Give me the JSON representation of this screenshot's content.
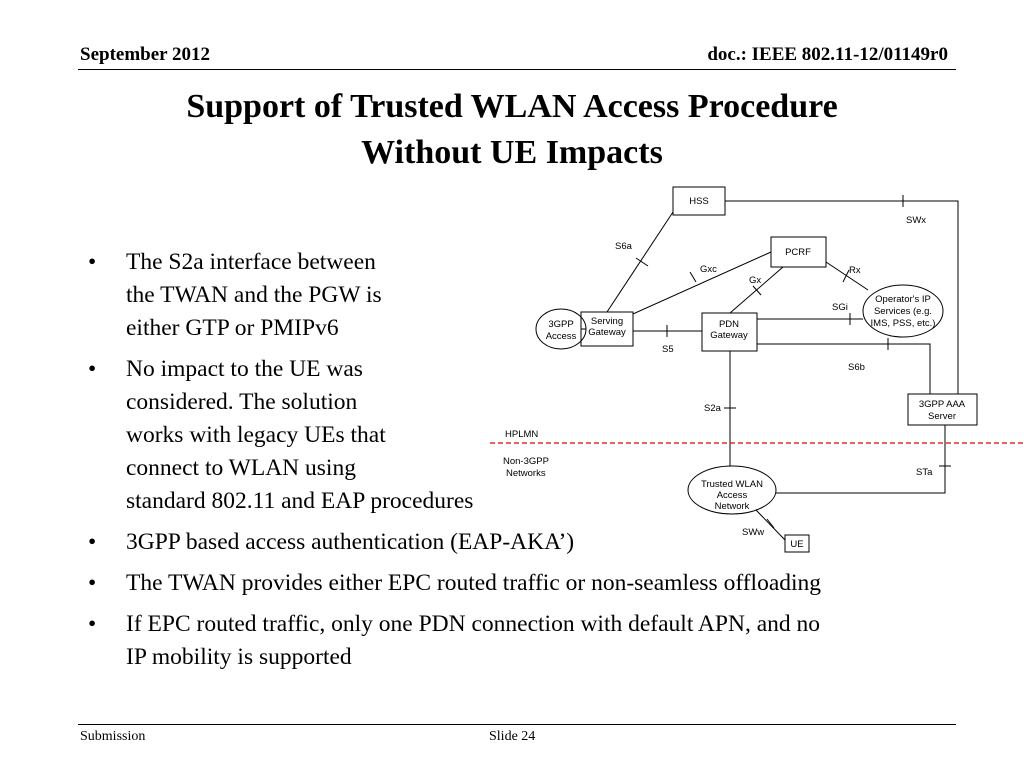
{
  "header": {
    "date": "September 2012",
    "doc_id": "doc.: IEEE 802.11-12/01149r0"
  },
  "title": {
    "line1": "Support of Trusted WLAN Access Procedure",
    "line2": "Without UE Impacts"
  },
  "bullets": [
    {
      "lines": [
        "The S2a interface between",
        "the TWAN and the PGW is",
        "either GTP or PMIPv6"
      ]
    },
    {
      "lines": [
        "No impact to the UE was",
        "considered. The solution",
        "works with legacy UEs that",
        "connect to WLAN using",
        "standard 802.11 and EAP procedures"
      ]
    },
    {
      "lines": [
        "3GPP based access authentication  (EAP-AKA’)"
      ]
    },
    {
      "lines": [
        "The TWAN provides either EPC routed traffic or non-seamless offloading"
      ]
    },
    {
      "lines": [
        "If EPC routed traffic, only one PDN connection with default APN, and no",
        "IP mobility is supported"
      ]
    }
  ],
  "bullet_symbol": "•",
  "diagram": {
    "nodes": {
      "hss": "HSS",
      "pcrf": "PCRF",
      "pdn_gateway": [
        "PDN",
        "Gateway"
      ],
      "serving_gateway": [
        "Serving",
        "Gateway"
      ],
      "access_3gpp": [
        "3GPP",
        "Access"
      ],
      "operator_ip": [
        "Operator's IP",
        "Services (e.g.",
        "IMS, PSS, etc.)"
      ],
      "aaa_server": [
        "3GPP AAA",
        "Server"
      ],
      "trusted_wlan": [
        "Trusted WLAN",
        "Access",
        "Network"
      ],
      "ue": "UE"
    },
    "interfaces": {
      "s6a": "S6a",
      "swx": "SWx",
      "gxc": "Gxc",
      "gx": "Gx",
      "rx": "Rx",
      "sgi": "SGi",
      "s5": "S5",
      "s6b": "S6b",
      "s2a": "S2a",
      "sta": "STa",
      "sww": "SWw"
    },
    "regions": {
      "hplmn": "HPLMN",
      "non3gpp": [
        "Non-3GPP",
        "Networks"
      ]
    },
    "boundary_color": "#e00000"
  },
  "footer": {
    "left": "Submission",
    "center": "Slide 24"
  }
}
